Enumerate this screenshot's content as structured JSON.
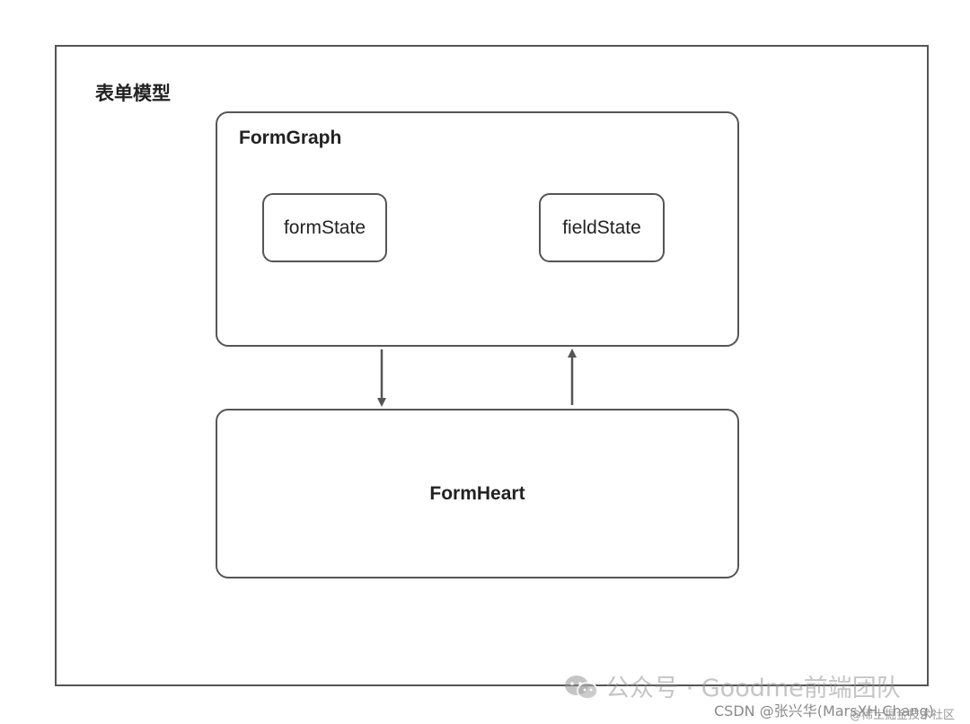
{
  "diagram": {
    "title": "表单模型",
    "form_graph": {
      "label": "FormGraph",
      "children": [
        "formState",
        "fieldState"
      ]
    },
    "form_heart": {
      "label": "FormHeart"
    },
    "edges": [
      {
        "from": "FormGraph",
        "to": "FormHeart",
        "direction": "down"
      },
      {
        "from": "FormHeart",
        "to": "FormGraph",
        "direction": "up"
      }
    ]
  },
  "watermarks": {
    "wechat": "公众号 · Goodme前端团队",
    "csdn": "CSDN @张兴华(MarsXH.Chang)",
    "juejin": "@稀土掘金技术社区"
  },
  "colors": {
    "stroke": "#555555",
    "text": "#222222"
  }
}
